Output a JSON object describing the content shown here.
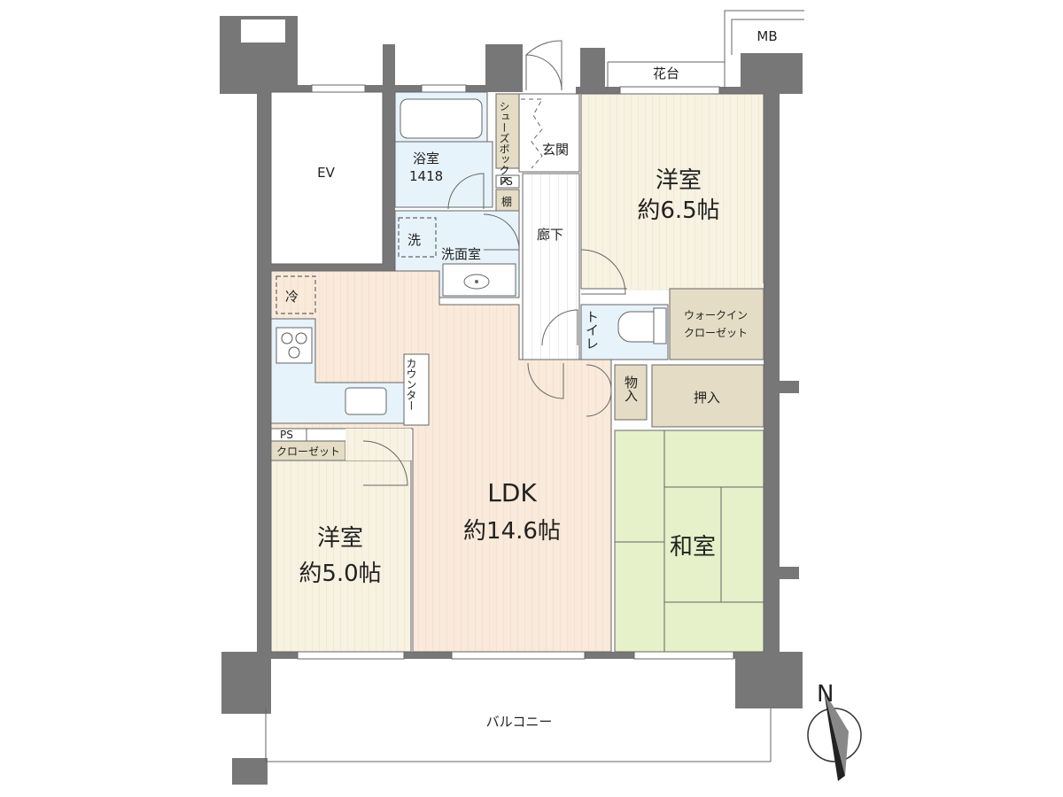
{
  "rooms": {
    "ev": "EV",
    "bath": "浴室",
    "bath_size": "1418",
    "shoe_box": "シューズボックス",
    "entrance": "玄関",
    "ps_top": "PS",
    "shelf": "棚",
    "corridor": "廊下",
    "washer": "洗",
    "washroom": "洗面室",
    "fridge": "冷",
    "counter": "カウンター",
    "toilet": "トイレ",
    "wic": "ウォークイン",
    "wic2": "クローゼット",
    "western_room_1": "洋室",
    "western_room_1_size": "約6.5帖",
    "storage": "物入",
    "oshiire": "押入",
    "ps_left": "PS",
    "closet": "クローゼット",
    "western_room_2": "洋室",
    "western_room_2_size": "約5.0帖",
    "ldk": "LDK",
    "ldk_size": "約14.6帖",
    "japanese_room": "和室",
    "balcony": "バルコニー",
    "flower_bed": "花台",
    "mb": "MB",
    "north": "N"
  },
  "colors": {
    "wall": "#777777",
    "western": "#f7f3e3",
    "ldk": "#f9ead9",
    "wet": "#e6f2f9",
    "tatami": "#e6f0c9",
    "storage": "#e4dcc4",
    "corridor": "#ffffff"
  }
}
